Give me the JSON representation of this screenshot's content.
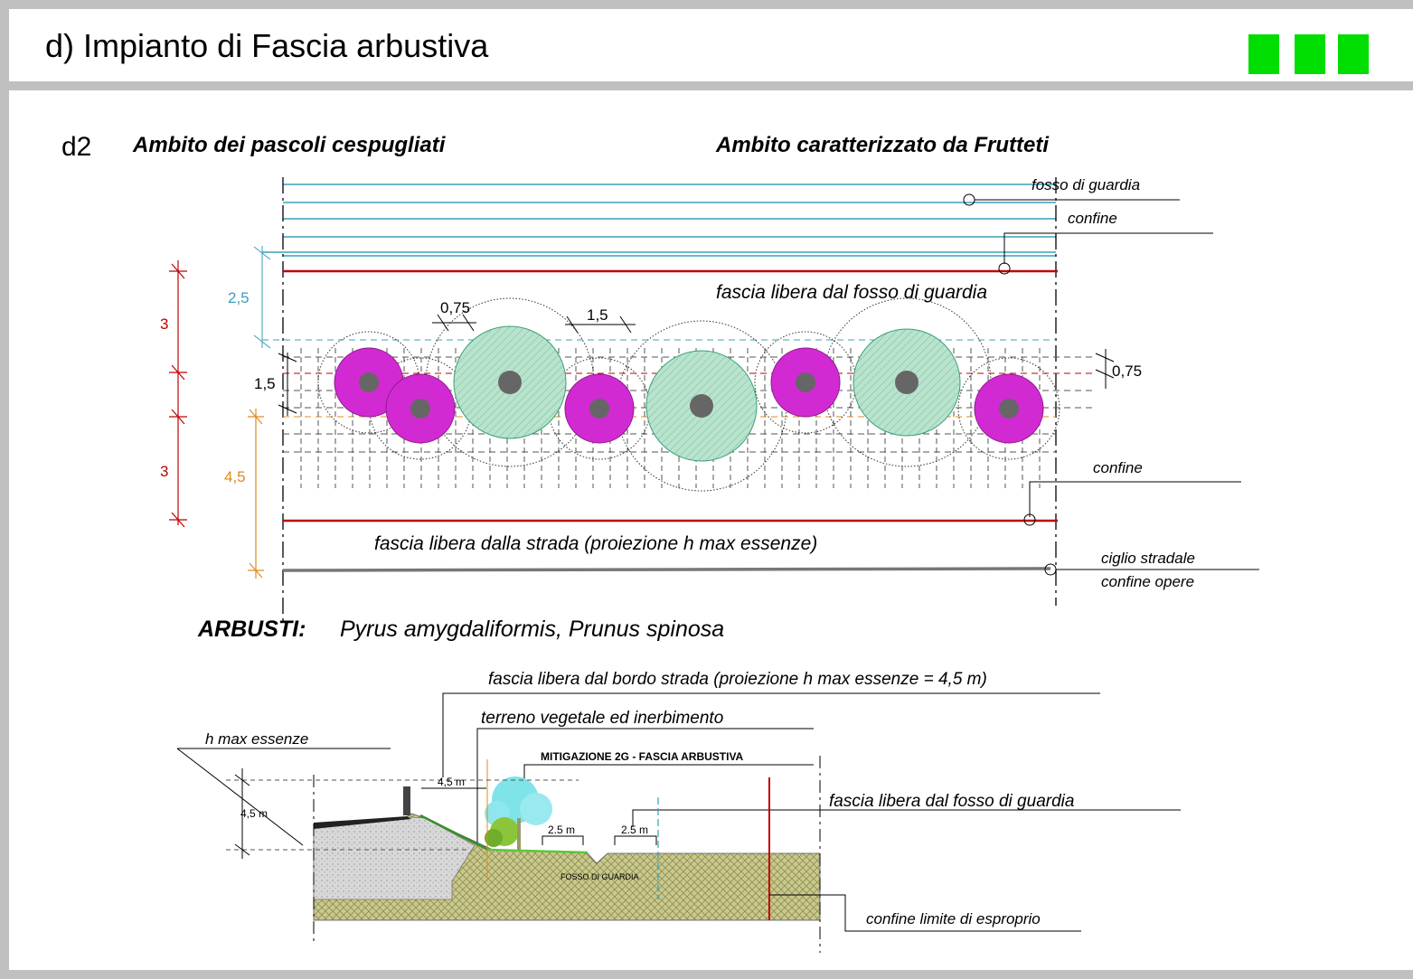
{
  "title": "d) Impianto di Fascia arbustiva",
  "header_icons": [
    "green-square-icon",
    "green-square-icon",
    "green-square-icon"
  ],
  "plan": {
    "code": "d2",
    "ambito_left": "Ambito dei pascoli cespugliati",
    "ambito_right": "Ambito caratterizzato da Frutteti",
    "labels": {
      "fosso": "fosso di guardia",
      "confine_top": "confine",
      "fascia_fosso": "fascia libera dal fosso di guardia",
      "confine_bottom": "confine",
      "fascia_strada": "fascia libera dalla strada (proiezione h max essenze)",
      "ciglio": "ciglio stradale",
      "confine_opere": "confine opere"
    },
    "dims": {
      "d_2_5": "2,5",
      "d_3_top": "3",
      "d_3_bottom": "3",
      "d_4_5": "4,5",
      "d_1_5_left": "1,5",
      "d_0_75_top": "0,75",
      "d_1_5_top": "1,5",
      "d_0_75_right": "0,75"
    },
    "colors": {
      "teal": "#3aa0b8",
      "red": "#c00000",
      "orange": "#e08a20",
      "magenta": "#d22ad2",
      "green_fill": "#a9dcc4"
    }
  },
  "species": {
    "label": "ARBUSTI:",
    "names": "Pyrus amygdaliformis, Prunus spinosa"
  },
  "section": {
    "fascia_bordo": "fascia libera dal bordo strada (proiezione h max essenze = 4,5 m)",
    "terreno": "terreno vegetale ed inerbimento",
    "h_max": "h max essenze",
    "mitigazione": "MITIGAZIONE 2G - FASCIA ARBUSTIVA",
    "fascia_fosso": "fascia libera dal fosso di guardia",
    "confine_esproprio": "confine limite di esproprio",
    "fosso": "FOSSO DI GUARDIA",
    "dim_4_5_h": "4,5 m",
    "dim_4_5_w": "4,5 m",
    "dim_2_5_a": "2.5 m",
    "dim_2_5_b": "2.5 m"
  }
}
